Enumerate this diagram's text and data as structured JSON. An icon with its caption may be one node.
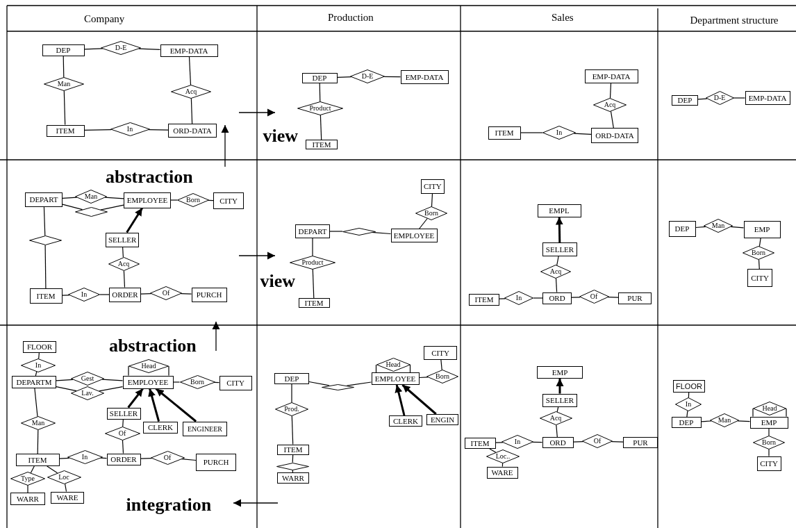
{
  "diagram": {
    "nodes": [
      {
        "text": [
          "DEP"
        ]
      },
      {
        "text": [
          "D-E"
        ]
      },
      {
        "text": [
          "EMP-DATA"
        ]
      },
      {
        "text": [
          "Man"
        ]
      },
      {
        "text": [
          "Acq"
        ]
      },
      {
        "text": [
          "ITEM"
        ]
      },
      {
        "text": [
          "In"
        ]
      },
      {
        "text": [
          "ORD-DATA"
        ]
      },
      {
        "text": [
          "DEP"
        ]
      },
      {
        "text": [
          "D-E"
        ]
      },
      {
        "text": [
          "EMP-DATA"
        ]
      },
      {
        "text": [
          "Product"
        ]
      },
      {
        "text": [
          "ITEM"
        ]
      },
      {
        "text": [
          "EMP-DATA"
        ]
      },
      {
        "text": [
          "Acq"
        ]
      },
      {
        "text": [
          "ITEM"
        ]
      },
      {
        "text": [
          "In"
        ]
      },
      {
        "text": [
          "ORD-DATA"
        ]
      },
      {
        "text": [
          "DEP"
        ]
      },
      {
        "text": [
          "D-E"
        ]
      },
      {
        "text": [
          "EMP-DATA"
        ]
      },
      {
        "text": [
          "DEPART"
        ]
      },
      {
        "text": [
          "Man"
        ]
      },
      {
        "text": [
          "EMPLOYEE"
        ]
      },
      {
        "text": [
          "Born"
        ]
      },
      {
        "text": [
          "CITY"
        ]
      },
      {
        "text": [],
        "shape": "diamond"
      },
      {
        "text": [],
        "shape": "diamond"
      },
      {
        "text": [
          "SELLER"
        ]
      },
      {
        "text": [
          "Acq"
        ]
      },
      {
        "text": [
          "ITEM"
        ]
      },
      {
        "text": [
          "In"
        ]
      },
      {
        "text": [
          "ORDER"
        ]
      },
      {
        "text": [
          "Of"
        ]
      },
      {
        "text": [
          "PURCH"
        ]
      },
      {
        "text": [
          "DEPART"
        ]
      },
      {
        "text": [],
        "shape": "diamond"
      },
      {
        "text": [
          "EMPLOYEE"
        ]
      },
      {
        "text": [
          "CITY"
        ]
      },
      {
        "text": [
          "Born"
        ]
      },
      {
        "text": [
          "Product"
        ]
      },
      {
        "text": [
          "ITEM"
        ]
      },
      {
        "text": [
          "EMPL"
        ]
      },
      {
        "text": [
          "SELLER"
        ]
      },
      {
        "text": [
          "Acq"
        ]
      },
      {
        "text": [
          "ITEM"
        ]
      },
      {
        "text": [
          "In"
        ]
      },
      {
        "text": [
          "ORD"
        ]
      },
      {
        "text": [
          "Of"
        ]
      },
      {
        "text": [
          "PUR"
        ]
      },
      {
        "text": [
          "DEP"
        ]
      },
      {
        "text": [
          "Man"
        ]
      },
      {
        "text": [
          "EMP"
        ]
      },
      {
        "text": [
          "Born"
        ]
      },
      {
        "text": [
          "CITY"
        ]
      },
      {
        "text": [
          "FLOOR"
        ]
      },
      {
        "text": [
          "In"
        ]
      },
      {
        "text": [
          "DEPARTM"
        ]
      },
      {
        "text": [
          "Head"
        ]
      },
      {
        "text": [
          "Gest"
        ]
      },
      {
        "text": [
          "Lav."
        ]
      },
      {
        "text": [
          "EMPLOYEE"
        ]
      },
      {
        "text": [
          "Born"
        ]
      },
      {
        "text": [
          "CITY"
        ]
      },
      {
        "text": [
          "Man"
        ]
      },
      {
        "text": [
          "SELLER"
        ]
      },
      {
        "text": [
          "CLERK"
        ]
      },
      {
        "text": [
          "ENGINEER"
        ]
      },
      {
        "text": [
          "Of"
        ]
      },
      {
        "text": [
          "ITEM"
        ]
      },
      {
        "text": [
          "In"
        ]
      },
      {
        "text": [
          "ORDER"
        ]
      },
      {
        "text": [
          "Of"
        ]
      },
      {
        "text": [
          "PURCH"
        ]
      },
      {
        "text": [
          "Type"
        ]
      },
      {
        "text": [
          "Loc"
        ]
      },
      {
        "text": [
          "WARR"
        ]
      },
      {
        "text": [
          "WARE"
        ]
      },
      {
        "text": [
          "DEP"
        ]
      },
      {
        "text": [],
        "shape": "diamond"
      },
      {
        "text": [
          "Head"
        ]
      },
      {
        "text": [
          "EMPLOYEE"
        ]
      },
      {
        "text": [
          "CITY"
        ]
      },
      {
        "text": [
          "Born"
        ]
      },
      {
        "text": [
          "CLERK"
        ]
      },
      {
        "text": [
          "ENGIN"
        ]
      },
      {
        "text": [
          "Prod."
        ]
      },
      {
        "text": [
          "ITEM"
        ]
      },
      {
        "text": [],
        "shape": "diamond"
      },
      {
        "text": [
          "WARR"
        ]
      },
      {
        "text": [
          "EMP"
        ]
      },
      {
        "text": [
          "SELLER"
        ]
      },
      {
        "text": [
          "Acq"
        ]
      },
      {
        "text": [
          "ITEM"
        ]
      },
      {
        "text": [
          "In"
        ]
      },
      {
        "text": [
          "ORD"
        ]
      },
      {
        "text": [
          "Of"
        ]
      },
      {
        "text": [
          "PUR"
        ]
      },
      {
        "text": [
          "Loc.."
        ]
      },
      {
        "text": [
          "WARE"
        ]
      },
      {
        "text": [
          "FLOOR"
        ]
      },
      {
        "text": [
          "In"
        ]
      },
      {
        "text": [
          "DEP"
        ]
      },
      {
        "text": [
          "Man"
        ]
      },
      {
        "text": [
          "EMP"
        ]
      },
      {
        "text": [
          "Head"
        ]
      },
      {
        "text": [
          "Born"
        ]
      },
      {
        "text": [
          "CITY"
        ]
      }
    ],
    "edges": [
      {
        "from": 0,
        "to": 1,
        "arrow": "none"
      },
      {
        "from": 1,
        "to": 2,
        "arrow": "none"
      },
      {
        "from": 0,
        "to": 3,
        "arrow": "none"
      },
      {
        "from": 3,
        "to": 5,
        "arrow": "none"
      },
      {
        "from": 5,
        "to": 6,
        "arrow": "none"
      },
      {
        "from": 6,
        "to": 7,
        "arrow": "none"
      },
      {
        "from": 2,
        "to": 4,
        "arrow": "none"
      },
      {
        "from": 4,
        "to": 7,
        "arrow": "none"
      },
      {
        "from": 8,
        "to": 9,
        "arrow": "none"
      },
      {
        "from": 9,
        "to": 10,
        "arrow": "none"
      },
      {
        "from": 8,
        "to": 11,
        "arrow": "none"
      },
      {
        "from": 11,
        "to": 12,
        "arrow": "none"
      },
      {
        "from": 13,
        "to": 14,
        "arrow": "none"
      },
      {
        "from": 14,
        "to": 17,
        "arrow": "none"
      },
      {
        "from": 15,
        "to": 16,
        "arrow": "none"
      },
      {
        "from": 16,
        "to": 17,
        "arrow": "none"
      },
      {
        "from": 18,
        "to": 19,
        "arrow": "none"
      },
      {
        "from": 19,
        "to": 20,
        "arrow": "none"
      },
      {
        "from": 21,
        "to": 22,
        "arrow": "none"
      },
      {
        "from": 22,
        "to": 23,
        "arrow": "none"
      },
      {
        "from": 23,
        "to": 24,
        "arrow": "none"
      },
      {
        "from": 24,
        "to": 25,
        "arrow": "none"
      },
      {
        "from": 21,
        "to": 26,
        "arrow": "none"
      },
      {
        "from": 26,
        "to": 23,
        "arrow": "none"
      },
      {
        "from": 21,
        "to": 27,
        "arrow": "none"
      },
      {
        "from": 27,
        "to": 30,
        "arrow": "none"
      },
      {
        "from": 28,
        "to": 23,
        "arrow": "to",
        "style": "thick"
      },
      {
        "from": 28,
        "to": 29,
        "arrow": "none"
      },
      {
        "from": 29,
        "to": 32,
        "arrow": "none"
      },
      {
        "from": 30,
        "to": 31,
        "arrow": "none"
      },
      {
        "from": 31,
        "to": 32,
        "arrow": "none"
      },
      {
        "from": 32,
        "to": 33,
        "arrow": "none"
      },
      {
        "from": 33,
        "to": 34,
        "arrow": "none"
      },
      {
        "from": 35,
        "to": 36,
        "arrow": "none"
      },
      {
        "from": 36,
        "to": 37,
        "arrow": "none"
      },
      {
        "from": 37,
        "to": 39,
        "arrow": "none"
      },
      {
        "from": 39,
        "to": 38,
        "arrow": "none"
      },
      {
        "from": 35,
        "to": 40,
        "arrow": "none"
      },
      {
        "from": 40,
        "to": 41,
        "arrow": "none"
      },
      {
        "from": 43,
        "to": 42,
        "arrow": "to",
        "style": "thick"
      },
      {
        "from": 43,
        "to": 44,
        "arrow": "none"
      },
      {
        "from": 44,
        "to": 47,
        "arrow": "none"
      },
      {
        "from": 45,
        "to": 46,
        "arrow": "none"
      },
      {
        "from": 46,
        "to": 47,
        "arrow": "none"
      },
      {
        "from": 47,
        "to": 48,
        "arrow": "none"
      },
      {
        "from": 48,
        "to": 49,
        "arrow": "none"
      },
      {
        "from": 50,
        "to": 51,
        "arrow": "none"
      },
      {
        "from": 51,
        "to": 52,
        "arrow": "none"
      },
      {
        "from": 52,
        "to": 53,
        "arrow": "none"
      },
      {
        "from": 53,
        "to": 54,
        "arrow": "none"
      },
      {
        "from": 55,
        "to": 56,
        "arrow": "none"
      },
      {
        "from": 56,
        "to": 57,
        "arrow": "none"
      },
      {
        "from": 57,
        "to": 59,
        "arrow": "none"
      },
      {
        "from": 59,
        "to": 61,
        "arrow": "none"
      },
      {
        "from": 57,
        "to": 60,
        "arrow": "none"
      },
      {
        "from": 60,
        "to": 61,
        "arrow": "none"
      },
      {
        "from": 61,
        "to": 58,
        "arrow": "none"
      },
      {
        "from": 58,
        "to": 61,
        "arrow": "none"
      },
      {
        "from": 61,
        "to": 62,
        "arrow": "none"
      },
      {
        "from": 62,
        "to": 63,
        "arrow": "none"
      },
      {
        "from": 57,
        "to": 64,
        "arrow": "none"
      },
      {
        "from": 64,
        "to": 69,
        "arrow": "none"
      },
      {
        "from": 65,
        "to": 61,
        "arrow": "to",
        "style": "thick"
      },
      {
        "from": 66,
        "to": 61,
        "arrow": "to",
        "style": "thick"
      },
      {
        "from": 67,
        "to": 61,
        "arrow": "to",
        "style": "thick"
      },
      {
        "from": 65,
        "to": 68,
        "arrow": "none"
      },
      {
        "from": 68,
        "to": 71,
        "arrow": "none"
      },
      {
        "from": 69,
        "to": 70,
        "arrow": "none"
      },
      {
        "from": 70,
        "to": 71,
        "arrow": "none"
      },
      {
        "from": 71,
        "to": 72,
        "arrow": "none"
      },
      {
        "from": 72,
        "to": 73,
        "arrow": "none"
      },
      {
        "from": 69,
        "to": 74,
        "arrow": "none"
      },
      {
        "from": 74,
        "to": 76,
        "arrow": "none"
      },
      {
        "from": 69,
        "to": 75,
        "arrow": "none"
      },
      {
        "from": 75,
        "to": 77,
        "arrow": "none"
      },
      {
        "from": 78,
        "to": 79,
        "arrow": "none"
      },
      {
        "from": 79,
        "to": 81,
        "arrow": "none"
      },
      {
        "from": 81,
        "to": 80,
        "arrow": "none"
      },
      {
        "from": 80,
        "to": 81,
        "arrow": "none"
      },
      {
        "from": 81,
        "to": 83,
        "arrow": "none"
      },
      {
        "from": 83,
        "to": 82,
        "arrow": "none"
      },
      {
        "from": 84,
        "to": 81,
        "arrow": "to",
        "style": "thick"
      },
      {
        "from": 85,
        "to": 81,
        "arrow": "to",
        "style": "thick"
      },
      {
        "from": 78,
        "to": 86,
        "arrow": "none"
      },
      {
        "from": 86,
        "to": 87,
        "arrow": "none"
      },
      {
        "from": 87,
        "to": 88,
        "arrow": "none"
      },
      {
        "from": 88,
        "to": 89,
        "arrow": "none"
      },
      {
        "from": 91,
        "to": 90,
        "arrow": "to",
        "style": "thick"
      },
      {
        "from": 91,
        "to": 92,
        "arrow": "none"
      },
      {
        "from": 92,
        "to": 95,
        "arrow": "none"
      },
      {
        "from": 93,
        "to": 94,
        "arrow": "none"
      },
      {
        "from": 94,
        "to": 95,
        "arrow": "none"
      },
      {
        "from": 95,
        "to": 96,
        "arrow": "none"
      },
      {
        "from": 96,
        "to": 97,
        "arrow": "none"
      },
      {
        "from": 93,
        "to": 98,
        "arrow": "none"
      },
      {
        "from": 98,
        "to": 99,
        "arrow": "none"
      },
      {
        "from": 100,
        "to": 101,
        "arrow": "none"
      },
      {
        "from": 101,
        "to": 102,
        "arrow": "none"
      },
      {
        "from": 102,
        "to": 103,
        "arrow": "none"
      },
      {
        "from": 103,
        "to": 104,
        "arrow": "none"
      },
      {
        "from": 104,
        "to": 105,
        "arrow": "none"
      },
      {
        "from": 105,
        "to": 104,
        "arrow": "none"
      },
      {
        "from": 104,
        "to": 106,
        "arrow": "none"
      },
      {
        "from": 106,
        "to": 107,
        "arrow": "none"
      }
    ],
    "labels": [
      "Company",
      "Production",
      "Sales",
      "Department structure",
      "view",
      "abstraction",
      "view",
      "abstraction",
      "integration"
    ]
  }
}
